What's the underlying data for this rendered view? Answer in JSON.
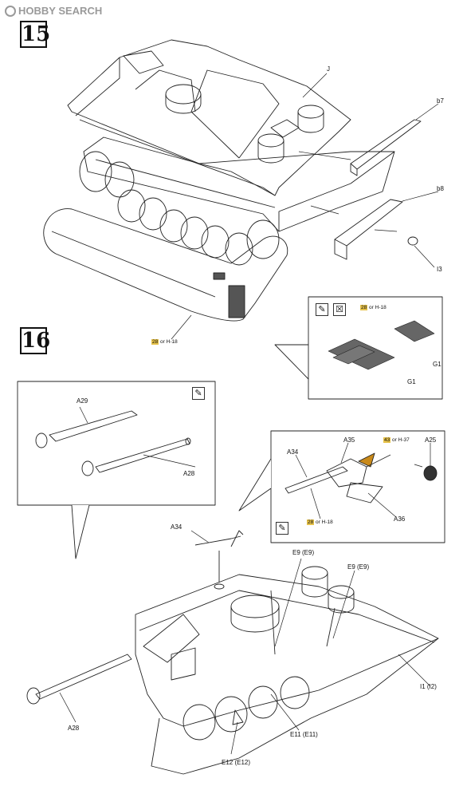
{
  "watermark": {
    "text": "HOBBY SEARCH"
  },
  "steps": [
    {
      "number": "15"
    },
    {
      "number": "16"
    }
  ],
  "step15": {
    "parts": {
      "J": "J",
      "b7": "b7",
      "b8": "b8",
      "I3": "I3"
    },
    "paint": {
      "code": "28",
      "text": "or H-18"
    },
    "detail": {
      "paint": {
        "code": "28",
        "text": "or H-18"
      },
      "labels": {
        "G1a": "G1",
        "G1b": "G1"
      },
      "icons": [
        "paint-brush-icon",
        "reference-icon"
      ]
    }
  },
  "step16": {
    "inset_gun": {
      "labels": {
        "A29": "A29",
        "A28": "A28"
      },
      "icons": [
        "paint-brush-icon"
      ]
    },
    "inset_mg": {
      "labels": {
        "A34": "A34",
        "A35": "A35",
        "A25": "A25",
        "A36": "A36"
      },
      "paint1": {
        "code": "43",
        "text": "or H-37"
      },
      "paint2": {
        "code": "28",
        "text": "or H-18"
      },
      "icons": [
        "paint-brush-icon"
      ]
    },
    "parts": {
      "A34": "A34",
      "E9a": "E9 (E9)",
      "E9b": "E9 (E9)",
      "I1": "I1 (I2)",
      "A28": "A28",
      "E11": "E11 (E11)",
      "E12": "E12 (E12)"
    }
  }
}
